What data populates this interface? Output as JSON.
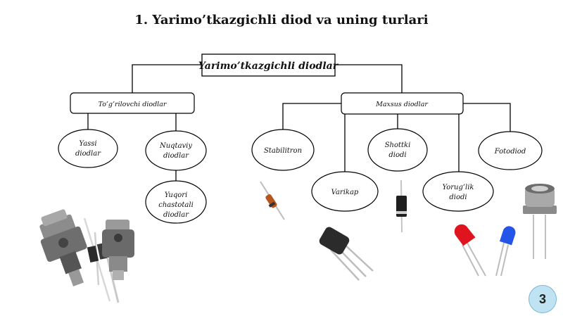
{
  "slide": {
    "title": "1. Yarimo’tkazgichli diod va uning turlari",
    "page_number": "3"
  },
  "diagram": {
    "root": {
      "label": "Yarimo’tkazgichli diodlar"
    },
    "groups": [
      {
        "label": "To’g’rilovchi diodlar",
        "children": [
          {
            "lines": [
              "Yassi",
              "diodlar"
            ]
          },
          {
            "lines": [
              "Nuqtaviy",
              "diodlar"
            ],
            "children": [
              {
                "lines": [
                  "Yuqori",
                  "chastotali",
                  "diodlar"
                ]
              }
            ]
          }
        ]
      },
      {
        "label": "Maxsus diodlar",
        "children": [
          {
            "lines": [
              "Stabilitron"
            ]
          },
          {
            "lines": [
              "Varikap"
            ]
          },
          {
            "lines": [
              "Shottki",
              "diodi"
            ]
          },
          {
            "lines": [
              "Yorug’lik",
              "diodi"
            ]
          },
          {
            "lines": [
              "Fotodiod"
            ]
          }
        ]
      }
    ]
  },
  "photos": {
    "power_diodes": "power-diode-photo",
    "stabilitron": "zener-diode-photo",
    "varikap": "varicap-photo",
    "shottki": "schottky-diode-photo",
    "led_red": "red-led-photo",
    "led_blue": "blue-led-photo",
    "photodiode": "photodiode-photo",
    "led_red_color": "#e0141e",
    "led_blue_color": "#2455e8"
  }
}
